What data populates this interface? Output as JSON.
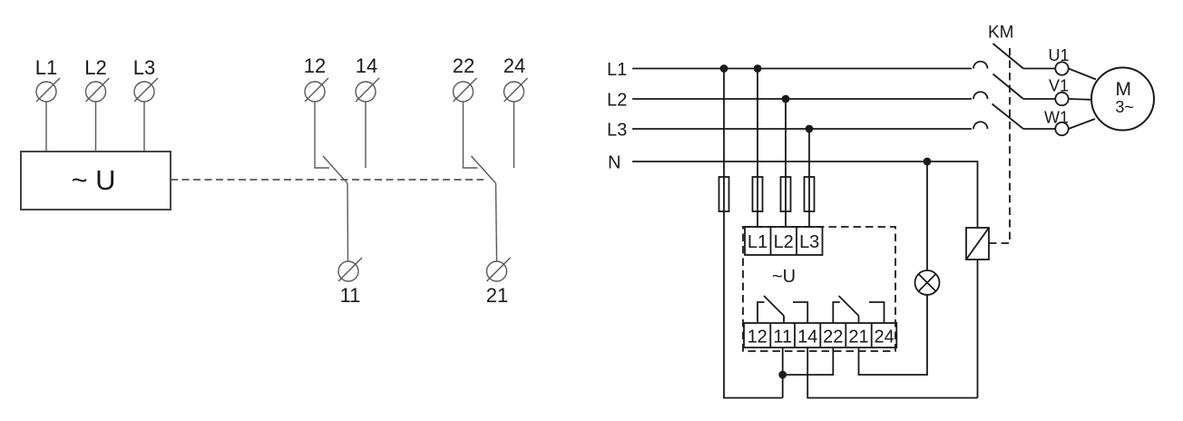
{
  "colors": {
    "background": "#ffffff",
    "left_line": "#5a5a5a",
    "right_line": "#1a1a1a",
    "text": "#1a1a1a"
  },
  "left_diagram": {
    "supply_terminals": [
      "L1",
      "L2",
      "L3"
    ],
    "device_label": "~ U",
    "top_terminals": [
      "12",
      "14",
      "22",
      "24"
    ],
    "bottom_terminals": [
      "11",
      "21"
    ]
  },
  "right_diagram": {
    "line_labels": [
      "L1",
      "L2",
      "L3",
      "N"
    ],
    "relay": {
      "input_terminals": [
        "L1",
        "L2",
        "L3"
      ],
      "label": "~U",
      "output_terminals": [
        "12",
        "11",
        "14",
        "22",
        "21",
        "24"
      ]
    },
    "contactor_label": "KM",
    "motor": {
      "terminals": [
        "U1",
        "V1",
        "W1"
      ],
      "label": "M",
      "phase_label": "3~"
    }
  }
}
